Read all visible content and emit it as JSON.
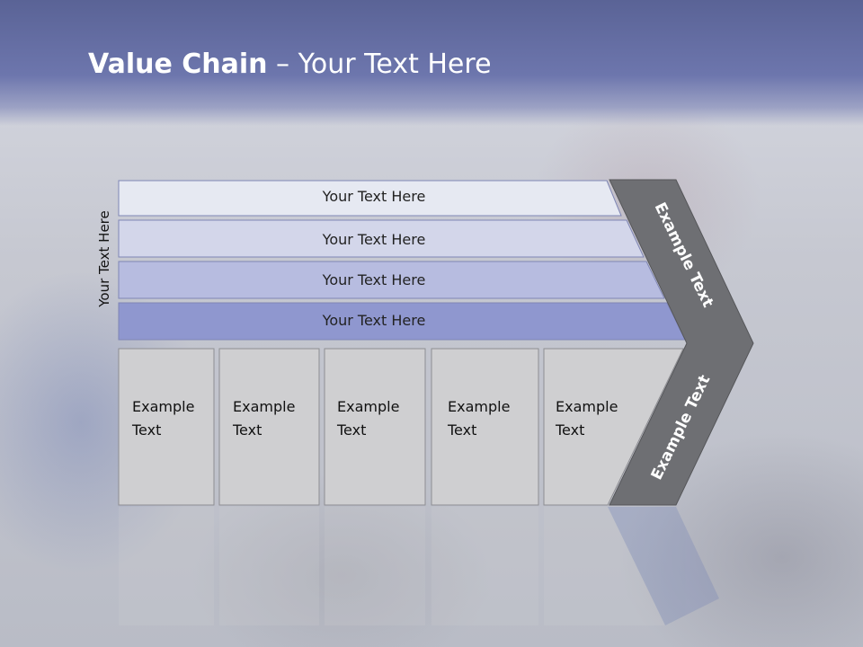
{
  "slide": {
    "title_bold": "Value Chain",
    "title_rest": " – Your Text Here",
    "vertical_label": "Your Text Here",
    "bars": [
      {
        "label": "Your Text Here",
        "fill": "#e6e9f2"
      },
      {
        "label": "Your Text Here",
        "fill": "#d3d6ea"
      },
      {
        "label": "Your Text Here",
        "fill": "#b7bce0"
      },
      {
        "label": "Your Text Here",
        "fill": "#8f97cf"
      }
    ],
    "columns": [
      {
        "line1": "Example",
        "line2": "Text"
      },
      {
        "line1": "Example",
        "line2": "Text"
      },
      {
        "line1": "Example",
        "line2": "Text"
      },
      {
        "line1": "Example",
        "line2": "Text"
      },
      {
        "line1": "Example",
        "line2": "Text"
      }
    ],
    "chevron_upper_label": "Example Text",
    "chevron_lower_label": "Example Text",
    "colors": {
      "header": "#5f6aa3",
      "column_fill": "#cfcfd1",
      "chevron_fill": "#6e6f73"
    }
  }
}
